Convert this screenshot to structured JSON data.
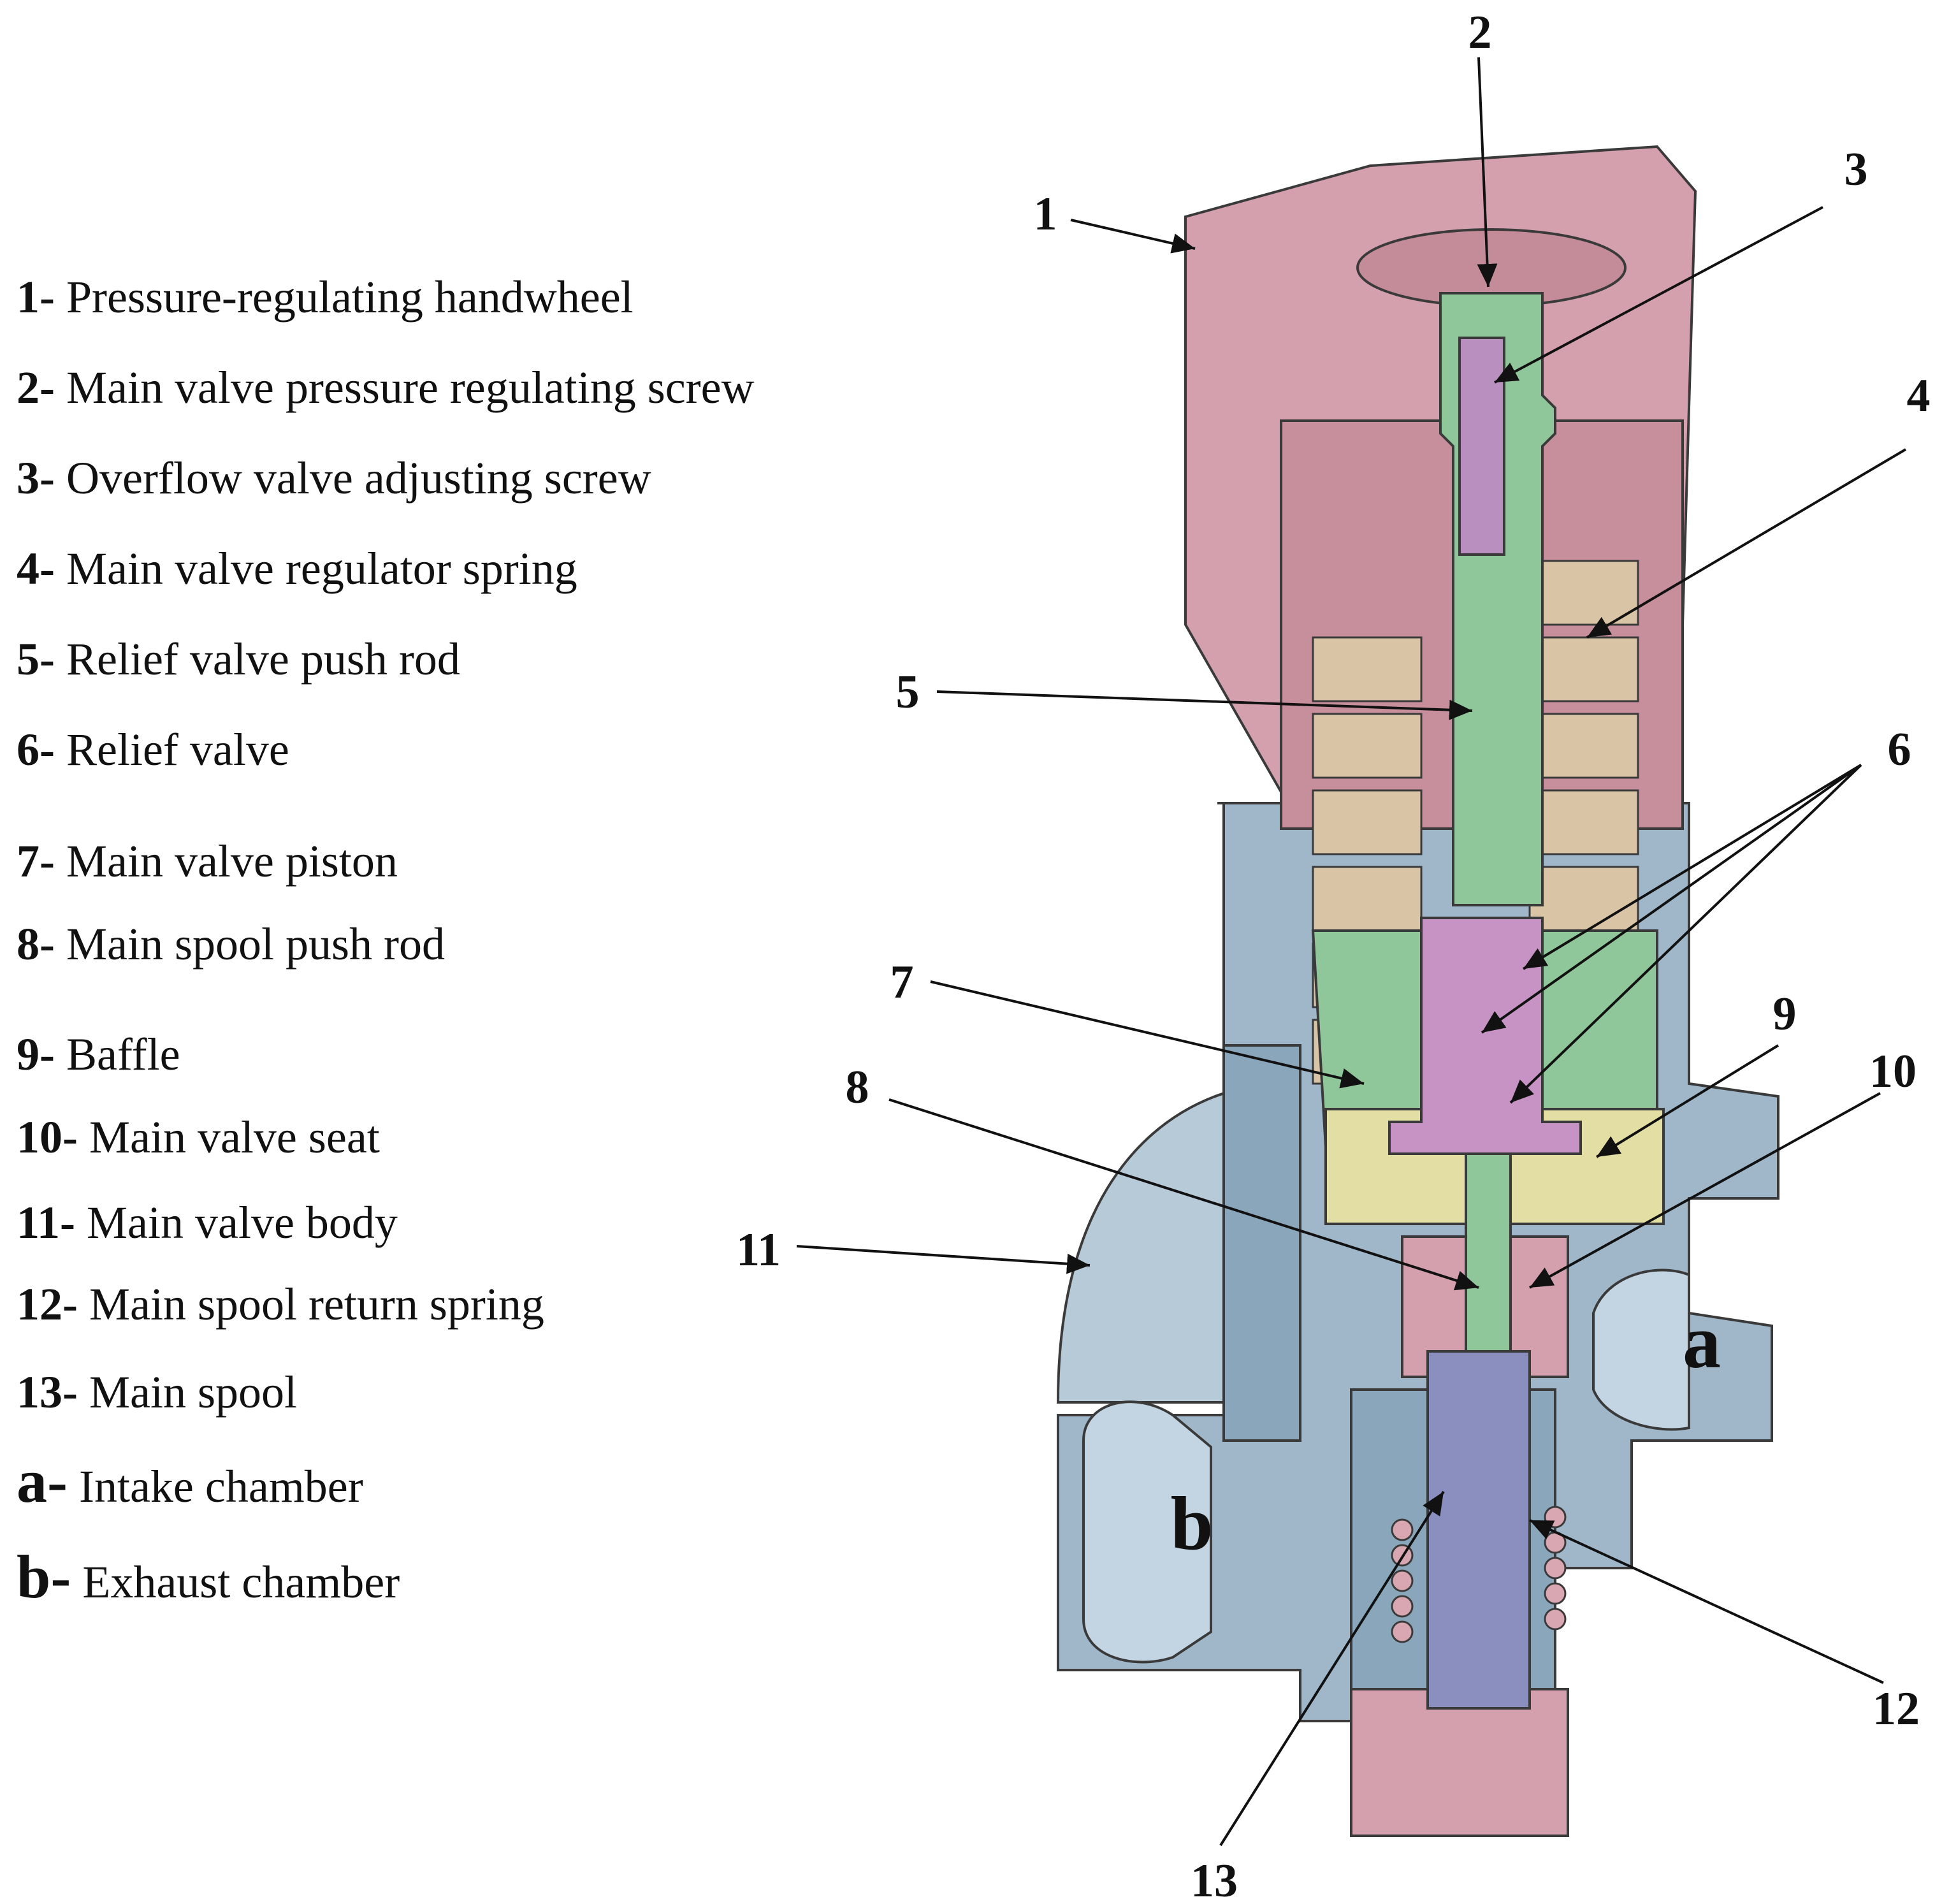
{
  "legend": {
    "items": [
      {
        "key": "1-",
        "text": "Pressure-regulating handwheel"
      },
      {
        "key": "2-",
        "text": "Main valve pressure regulating screw"
      },
      {
        "key": "3-",
        "text": "Overflow valve adjusting screw"
      },
      {
        "key": "4-",
        "text": "Main valve regulator spring"
      },
      {
        "key": "5-",
        "text": "Relief valve push rod"
      },
      {
        "key": "6-",
        "text": "Relief valve"
      },
      {
        "key": "7-",
        "text": "Main valve piston"
      },
      {
        "key": "8-",
        "text": "Main spool push rod"
      },
      {
        "key": "9-",
        "text": "Baffle"
      },
      {
        "key": "10-",
        "text": "Main valve seat"
      },
      {
        "key": "11-",
        "text": "Main valve body"
      },
      {
        "key": "12-",
        "text": "Main spool return spring"
      },
      {
        "key": "13-",
        "text": "Main spool"
      },
      {
        "key": "a-",
        "text": "Intake chamber"
      },
      {
        "key": "b-",
        "text": "Exhaust chamber"
      }
    ]
  },
  "callouts": {
    "c1": "1",
    "c2": "2",
    "c3": "3",
    "c4": "4",
    "c5": "5",
    "c6": "6",
    "c7": "7",
    "c8": "8",
    "c9": "9",
    "c10": "10",
    "c11": "11",
    "c12": "12",
    "c13": "13",
    "a": "a",
    "b": "b"
  },
  "colors": {
    "handwheel": "#d4a0ad",
    "body": "#9fb7c8",
    "rod": "#8fc79a",
    "spring": "#d9c4a5",
    "baffle": "#e3dea3",
    "spool": "#8a8fc0",
    "relief": "#c793c4",
    "outline": "#3a3a3a"
  }
}
